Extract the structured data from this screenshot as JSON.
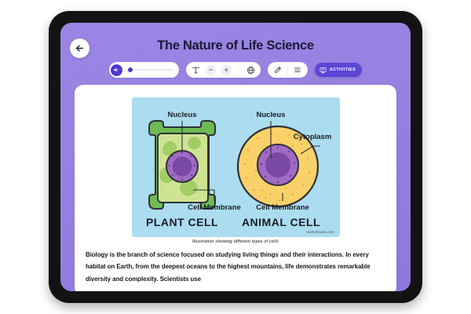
{
  "header": {
    "title": "The Nature of Life Science",
    "back_icon": "arrow-left-icon"
  },
  "toolbar": {
    "volume": {
      "icon": "speaker-volume-icon",
      "value": 4,
      "min": 0,
      "max": 100
    },
    "text_tools": {
      "font_icon": "text-format-icon",
      "decrease_label": "−",
      "increase_label": "+",
      "language_icon": "globe-icon"
    },
    "annotate": {
      "highlighter_icon": "highlighter-pen-icon",
      "list_icon": "list-lines-icon"
    },
    "activities": {
      "label": "ACTIVITIES",
      "icon": "monitor-check-icon",
      "color": "#5b46d6"
    }
  },
  "content": {
    "figure": {
      "caption": "Illustration showing different types of cells",
      "watermark": "workybooks.com",
      "background_color": "#abdcef",
      "plant_cell": {
        "title": "PLANT CELL",
        "labels": [
          "Nucleus",
          "Cell Membrane"
        ],
        "wall_color": "#6aba4e",
        "cytoplasm_color": "#c7e08a",
        "organelle_color": "#9ccb63",
        "nucleus_color": "#9a63bf",
        "nucleolus_color": "#6f3f96"
      },
      "animal_cell": {
        "title": "ANIMAL CELL",
        "labels": [
          "Nucleus",
          "Cytoplasm",
          "Cell Membrane"
        ],
        "body_color": "#f8cd63",
        "nucleus_color": "#9a63bf",
        "nucleolus_color": "#6f3f96"
      }
    },
    "paragraph": "Biology is the branch of science focused on studying living things and their interactions. In every habitat on Earth, from the deepest oceans to the highest mountains, life demonstrates remarkable diversity and complexity. Scientists use"
  }
}
